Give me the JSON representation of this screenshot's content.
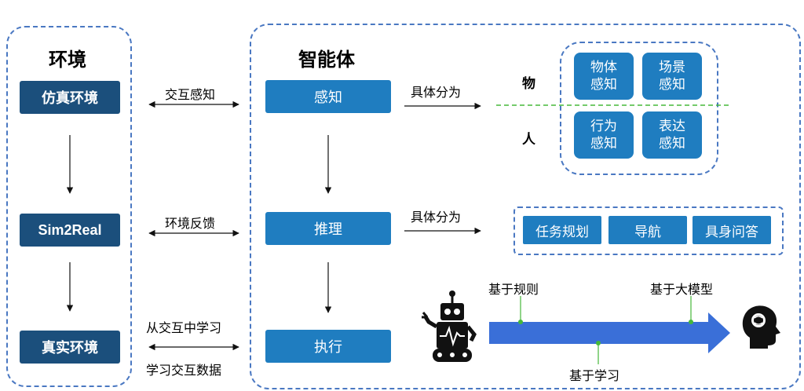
{
  "environment": {
    "title": "环境",
    "boxes": [
      "仿真环境",
      "Sim2Real",
      "真实环境"
    ]
  },
  "agent": {
    "title": "智能体",
    "boxes": [
      "感知",
      "推理",
      "执行"
    ]
  },
  "links": {
    "interaction_perception": "交互感知",
    "environment_feedback": "环境反馈",
    "learn_from_interaction": "从交互中学习",
    "learn_interaction_data": "学习交互数据",
    "split_into_1": "具体分为",
    "split_into_2": "具体分为"
  },
  "perception": {
    "row_object": "物",
    "row_human": "人",
    "object_boxes": [
      [
        "物体",
        "感知"
      ],
      [
        "场景",
        "感知"
      ]
    ],
    "human_boxes": [
      [
        "行为",
        "感知"
      ],
      [
        "表达",
        "感知"
      ]
    ]
  },
  "reasoning_tasks": [
    "任务规划",
    "导航",
    "具身问答"
  ],
  "execution_timeline": {
    "rule_based": "基于规则",
    "learning_based": "基于学习",
    "llm_based": "基于大模型"
  },
  "colors": {
    "env_box": "#1b4f7c",
    "agent_box": "#1f7dc0",
    "panel_border": "#4a78c2",
    "arrow_fill": "#3a6fd8",
    "divider": "#46b83a"
  },
  "icons": [
    "robot-icon",
    "brain-head-icon"
  ]
}
